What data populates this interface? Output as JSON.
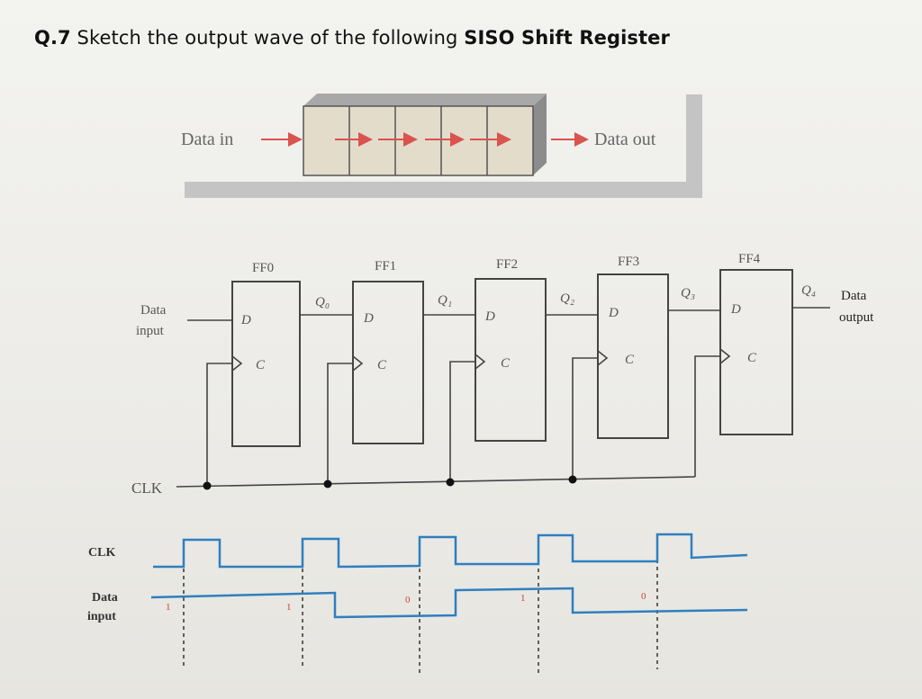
{
  "question": {
    "number": "Q.7",
    "text": "Sketch the output wave of the following",
    "emphasis": "SISO Shift Register"
  },
  "block_diagram": {
    "input_label": "Data in",
    "output_label": "Data out"
  },
  "circuit": {
    "flip_flops": [
      {
        "name": "FF0",
        "d": "D",
        "c": "C",
        "q": "Q₀"
      },
      {
        "name": "FF1",
        "d": "D",
        "c": "C",
        "q": "Q₁"
      },
      {
        "name": "FF2",
        "d": "D",
        "c": "C",
        "q": "Q₂"
      },
      {
        "name": "FF3",
        "d": "D",
        "c": "C",
        "q": "Q₃"
      },
      {
        "name": "FF4",
        "d": "D",
        "c": "C",
        "q": "Q₄"
      }
    ],
    "data_input_label": [
      "Data",
      "input"
    ],
    "data_output_label": [
      "Data",
      "output"
    ],
    "clk_label": "CLK"
  },
  "timing": {
    "clk_label": "CLK",
    "data_label": [
      "Data",
      "input"
    ],
    "bit_annotations": [
      "1",
      "1",
      "0",
      "1",
      "0"
    ],
    "data_levels": [
      1,
      1,
      0,
      1,
      0
    ]
  },
  "colors": {
    "waveform": "#2f7fbf",
    "arrow": "#d9534f",
    "box_fill": "#e3dccb",
    "box_side": "#8c8c8c",
    "base": "#c4c4c4"
  }
}
